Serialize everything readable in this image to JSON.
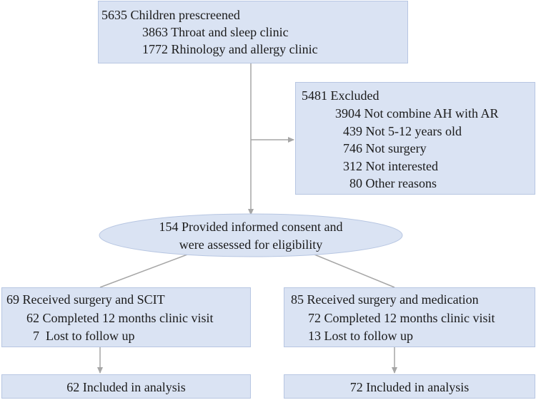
{
  "prescreened": {
    "title": "5635 Children prescreened",
    "items": [
      "3863 Throat and sleep clinic",
      "1772 Rhinology and allergy clinic"
    ]
  },
  "excluded": {
    "title": "5481 Excluded",
    "items": [
      "3904 Not combine AH with AR",
      "439 Not 5-12 years old",
      "746 Not surgery",
      "312 Not interested",
      "80 Other reasons"
    ]
  },
  "consent": {
    "line1": "154 Provided informed consent and",
    "line2": "were assessed for eligibility"
  },
  "group_scit": {
    "title": "69 Received surgery and SCIT",
    "items": [
      "62 Completed 12 months clinic visit",
      "7  Lost to follow up"
    ]
  },
  "group_medication": {
    "title": "85 Received surgery and medication",
    "items": [
      "72 Completed 12 months clinic visit",
      "13 Lost to follow up"
    ]
  },
  "analysis_scit": "62 Included in analysis",
  "analysis_medication": "72 Included in analysis",
  "colors": {
    "box_fill": "#dae3f3",
    "box_border": "#b7c6e2",
    "connector": "#a6a6a6"
  }
}
